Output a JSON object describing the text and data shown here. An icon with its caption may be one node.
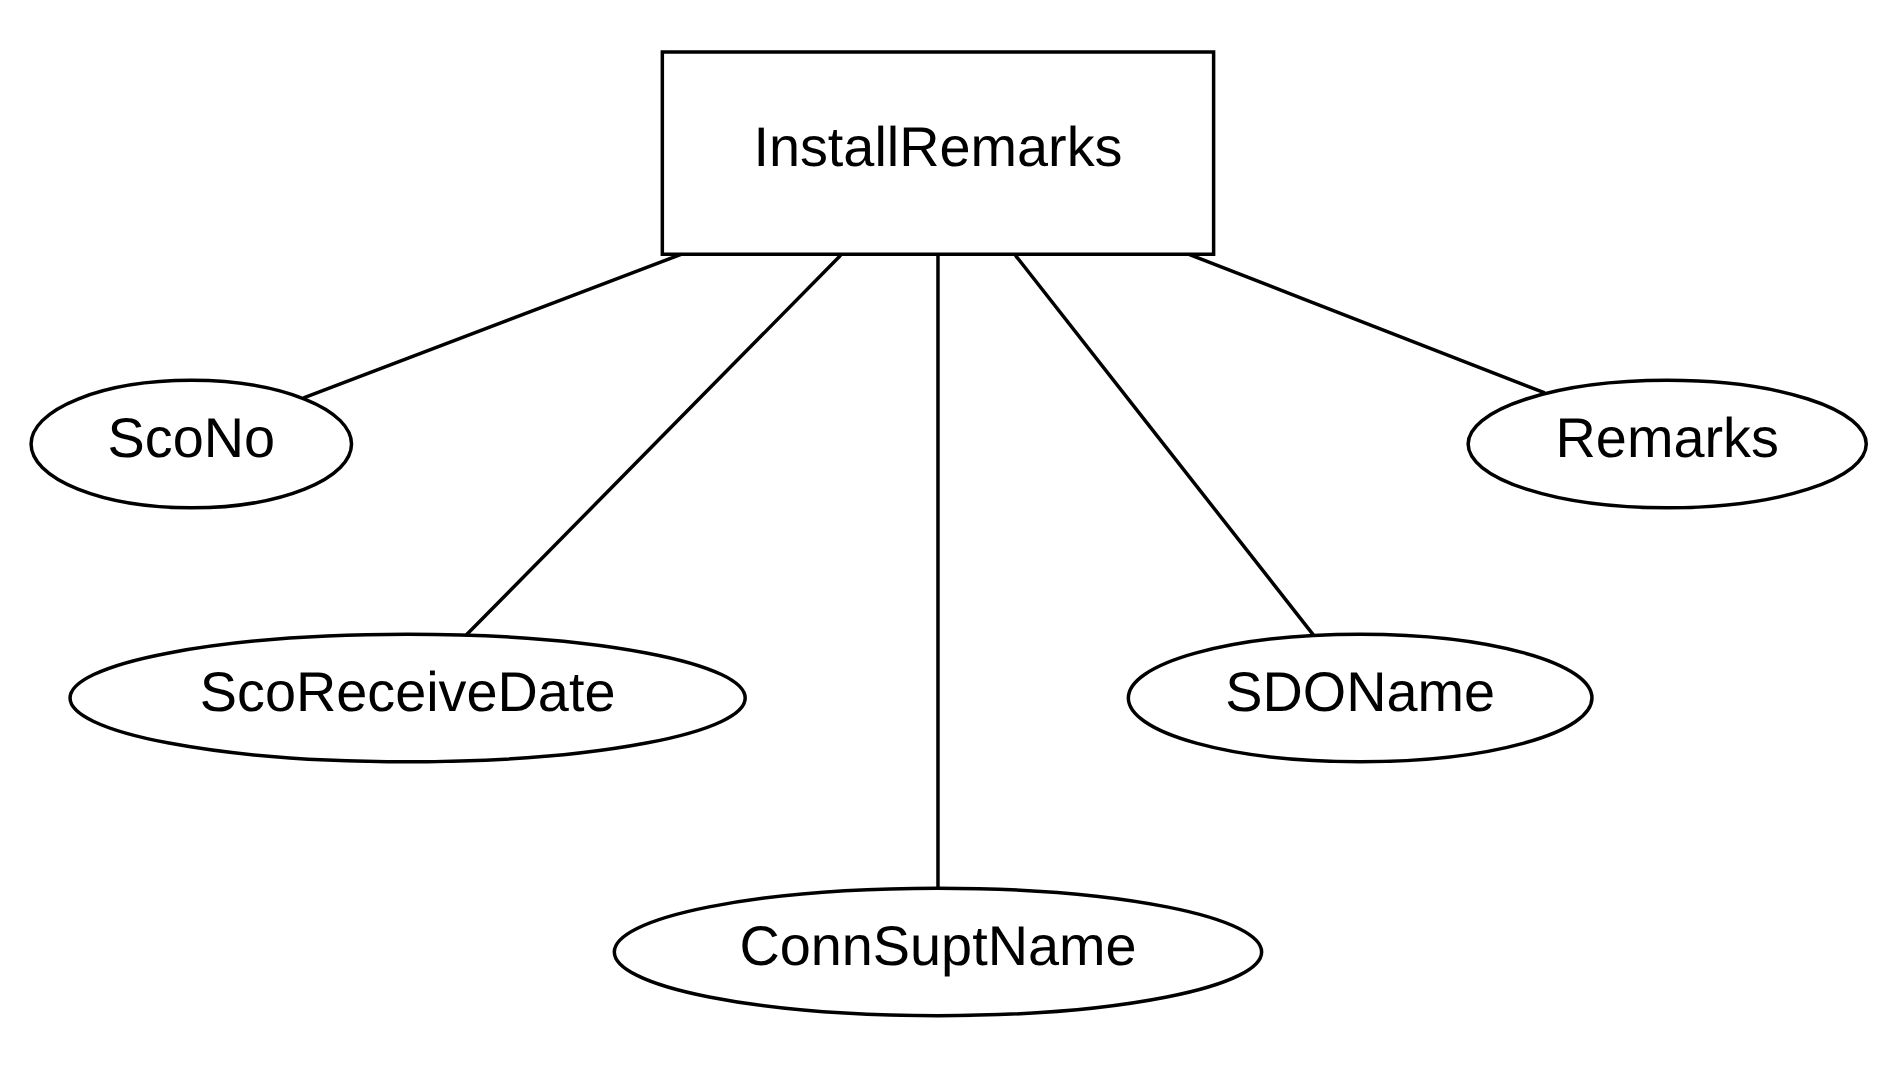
{
  "diagram": {
    "nodes": [
      {
        "text": [
          "InstallRemarks"
        ]
      },
      {
        "text": [
          "ScoNo"
        ]
      },
      {
        "text": [
          "ScoReceiveDate"
        ]
      },
      {
        "text": [
          "ConnSuptName"
        ]
      },
      {
        "text": [
          "SDOName"
        ]
      },
      {
        "text": [
          "Remarks"
        ]
      }
    ],
    "edges": [
      {
        "from": 0,
        "to": 1,
        "arrow": "none"
      },
      {
        "from": 0,
        "to": 2,
        "arrow": "none"
      },
      {
        "from": 0,
        "to": 3,
        "arrow": "none"
      },
      {
        "from": 0,
        "to": 4,
        "arrow": "none"
      },
      {
        "from": 0,
        "to": 5,
        "arrow": "none"
      }
    ]
  }
}
